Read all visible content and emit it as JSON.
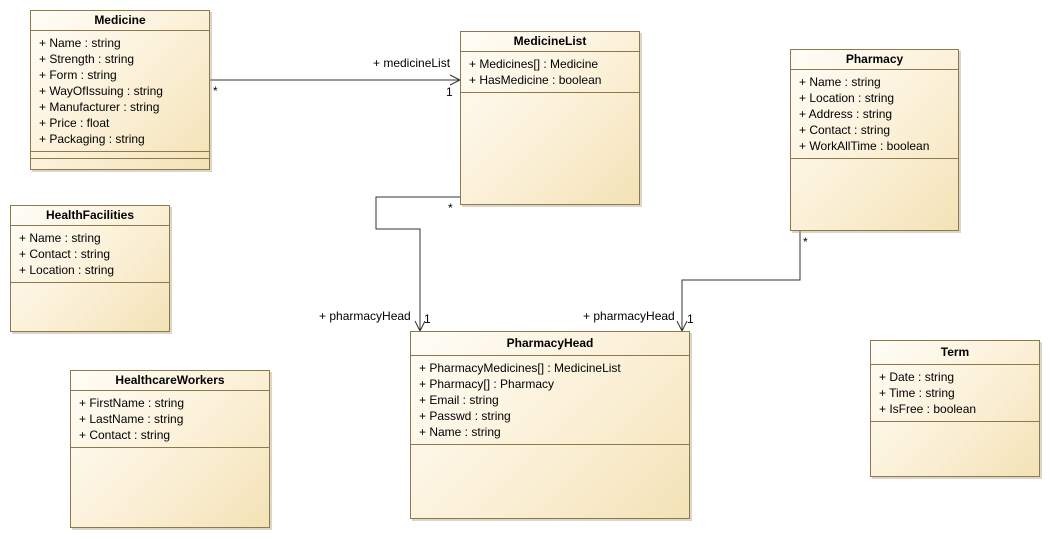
{
  "classes": {
    "medicine": {
      "name": "Medicine",
      "attributes": [
        "+ Name : string",
        "+ Strength : string",
        "+ Form : string",
        "+ WayOfIssuing : string",
        "+ Manufacturer : string",
        "+ Price : float",
        "+ Packaging : string"
      ]
    },
    "medicine_list": {
      "name": "MedicineList",
      "attributes": [
        "+ Medicines[] : Medicine",
        "+ HasMedicine : boolean"
      ]
    },
    "pharmacy": {
      "name": "Pharmacy",
      "attributes": [
        "+ Name : string",
        "+ Location : string",
        "+ Address : string",
        "+ Contact : string",
        "+ WorkAllTime : boolean"
      ]
    },
    "health_facilities": {
      "name": "HealthFacilities",
      "attributes": [
        "+ Name : string",
        "+ Contact : string",
        "+ Location : string"
      ]
    },
    "healthcare_workers": {
      "name": "HealthcareWorkers",
      "attributes": [
        "+ FirstName : string",
        "+ LastName : string",
        "+ Contact : string"
      ]
    },
    "pharmacy_head": {
      "name": "PharmacyHead",
      "attributes": [
        "+ PharmacyMedicines[] : MedicineList",
        "+ Pharmacy[] : Pharmacy",
        "+ Email : string",
        "+ Passwd : string",
        "+ Name : string"
      ]
    },
    "term": {
      "name": "Term",
      "attributes": [
        "+ Date : string",
        "+ Time : string",
        "+ IsFree : boolean"
      ]
    }
  },
  "associations": {
    "medicine_to_list": {
      "role": "+ medicineList",
      "source_multiplicity": "*",
      "target_multiplicity": "1"
    },
    "list_to_head": {
      "role": "+ pharmacyHead",
      "source_multiplicity": "*",
      "target_multiplicity": "1"
    },
    "pharmacy_to_head": {
      "role": "+ pharmacyHead",
      "source_multiplicity": "*",
      "target_multiplicity": "1"
    }
  }
}
